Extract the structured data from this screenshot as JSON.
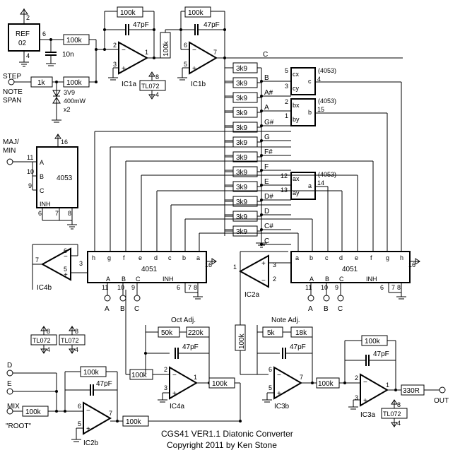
{
  "title": "CGS41 VER1.1 Diatonic Converter",
  "copyright": "Copyright 2011 by Ken Stone",
  "ref_chip": {
    "line1": "REF",
    "line2": "02",
    "pin_out": "6",
    "pin_top": "2",
    "pin_gnd": "4"
  },
  "cap_10n": "10n",
  "inputs": {
    "step_line1": "STEP",
    "step_line2": "NOTE",
    "step_line3": "SPAN",
    "majmin_line1": "MAJ/",
    "majmin_line2": "MIN",
    "d": "D",
    "e": "E",
    "mix": "MIX",
    "root": "\"ROOT\"",
    "out": "OUT"
  },
  "zener": {
    "v": "3V9",
    "p": "400mW",
    "n": "x2"
  },
  "resistors": {
    "r100k": "100k",
    "r1k": "1k",
    "r3k9": "3k9",
    "r220k": "220k",
    "r50k": "50k",
    "r5k": "5k",
    "r18k": "18k",
    "r330": "330R"
  },
  "caps": {
    "c47pf": "47pF"
  },
  "opamps": {
    "ic1a": "IC1a",
    "ic1b": "IC1b",
    "ic2a": "IC2a",
    "ic2b": "IC2b",
    "ic3a": "IC3a",
    "ic3b": "IC3b",
    "ic4a": "IC4a",
    "ic4b": "IC4b"
  },
  "tl072": "TL072",
  "notes": [
    "C",
    "B",
    "A#",
    "A",
    "G#",
    "G",
    "F#",
    "F",
    "E",
    "D#",
    "D",
    "C#",
    "C"
  ],
  "mux4053": {
    "label": "(4053)",
    "top_cx": "cx",
    "top_cy": "cy",
    "top_c": "c",
    "mid_bx": "bx",
    "mid_by": "by",
    "mid_b": "b",
    "low_ax": "ax",
    "low_ay": "ay",
    "low_a": "a",
    "chip": "4053",
    "pin_A": "A",
    "pin_B": "B",
    "pin_C": "C",
    "pin_INH": "INH"
  },
  "mux4051": {
    "chip": "4051",
    "inputs": [
      "h",
      "g",
      "f",
      "e",
      "d",
      "c",
      "b",
      "a"
    ],
    "inputs_r": [
      "a",
      "b",
      "c",
      "d",
      "e",
      "f",
      "g",
      "h"
    ],
    "inh": "INH",
    "A": "A",
    "B": "B",
    "C": "C"
  },
  "adj": {
    "oct": "Oct Adj.",
    "note": "Note Adj."
  }
}
